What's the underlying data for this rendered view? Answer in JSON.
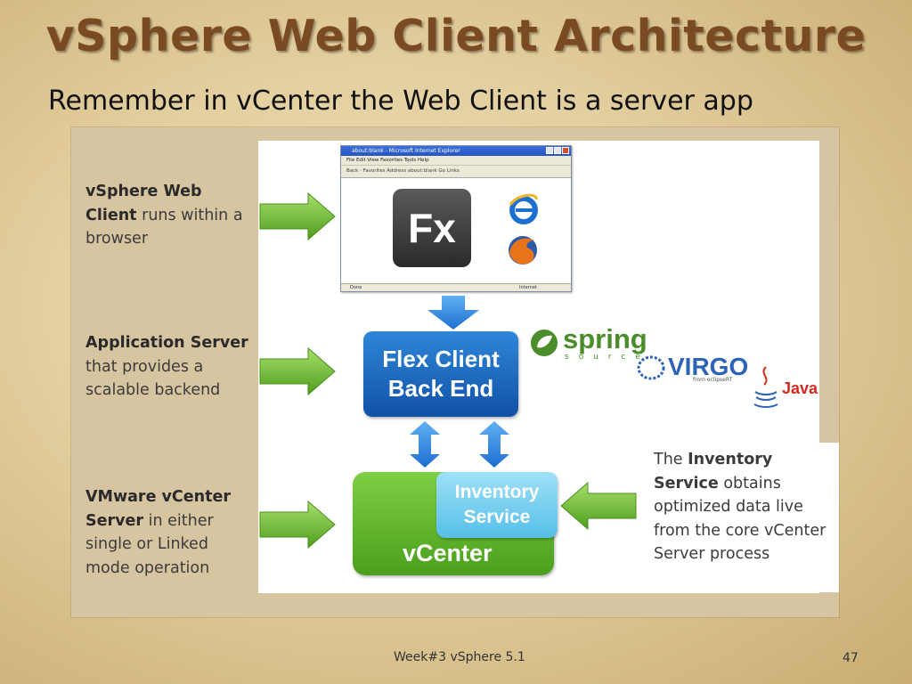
{
  "slide": {
    "title": "vSphere Web Client Architecture",
    "subtitle": "Remember in vCenter the Web Client is a server app",
    "footer": "Week#3 vSphere 5.1",
    "page_number": "47"
  },
  "left_labels": [
    {
      "bold": "vSphere Web Client",
      "text": "runs within a browser"
    },
    {
      "bold": "Application Server",
      "text": "that provides a scalable backend"
    },
    {
      "bold": "VMware vCenter Server",
      "text": "in either single or Linked mode operation"
    }
  ],
  "right_label": {
    "prefix": "The ",
    "bold": "Inventory Service",
    "text": "obtains optimized data live from the core vCenter Server process"
  },
  "browser": {
    "title": "about:blank - Microsoft Internet Explorer",
    "menu": "File  Edit  View  Favorites  Tools  Help",
    "toolbar": "Back  ·  Favorites   Address  about:blank   Go   Links",
    "status_left": "Done",
    "status_right": "Internet"
  },
  "diagram": {
    "fx_label": "Fx",
    "flex_line1": "Flex Client",
    "flex_line2": "Back End",
    "inventory_line1": "Inventory",
    "inventory_line2": "Service",
    "vcenter_label": "vCenter"
  },
  "logos": {
    "spring": "spring",
    "spring_sub": "source",
    "virgo": "VIRGO",
    "virgo_sub": "from eclipseRT",
    "java": "Java"
  },
  "colors": {
    "title": "#7a4a22",
    "flex_blue": "#1151a8",
    "vcenter_green": "#4b9f1c",
    "inventory_blue": "#57bfe8",
    "arrow_green": "#6cc02a"
  }
}
